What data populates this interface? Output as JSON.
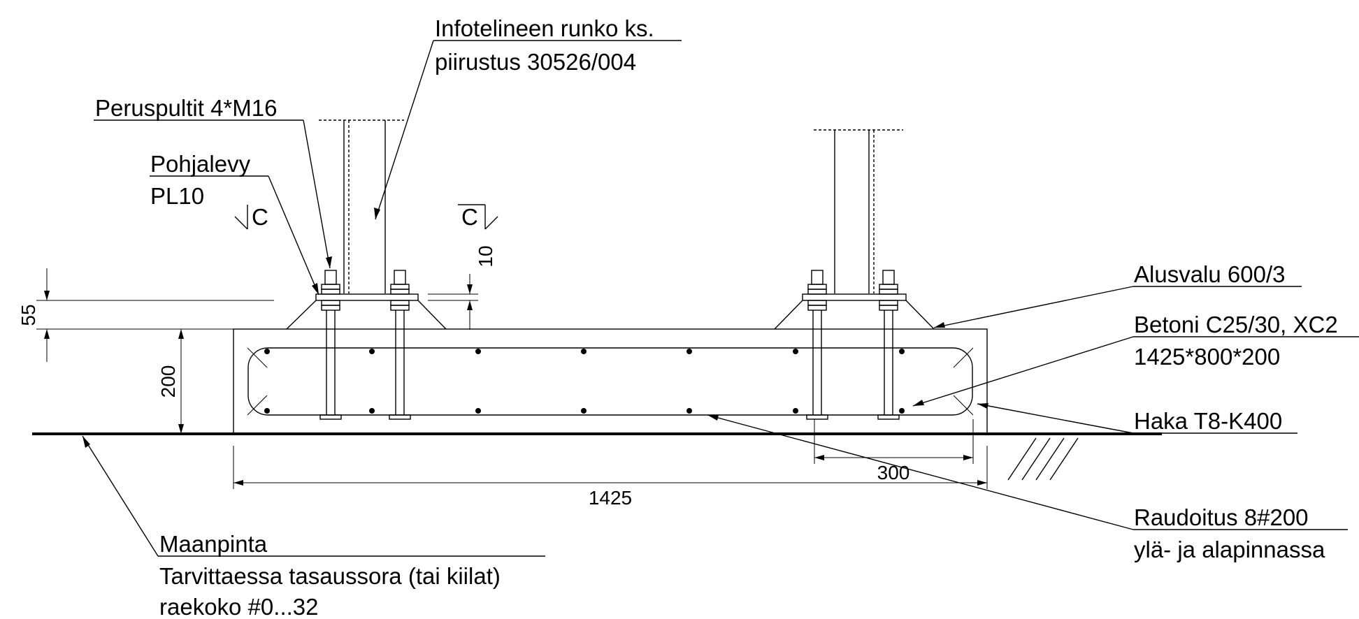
{
  "labels": {
    "infoteline_line1": "Infotelineen runko ks.",
    "infoteline_line2": "piirustus 30526/004",
    "peruspultit": "Peruspultit 4*M16",
    "pohjalevy_line1": "Pohjalevy",
    "pohjalevy_line2": "PL10",
    "section_left": "C",
    "section_right": "C",
    "alusvalu": "Alusvalu 600/3",
    "betoni_line1": "Betoni C25/30, XC2",
    "betoni_line2": "1425*800*200",
    "haka": "Haka T8-K400",
    "raudoitus_line1": "Raudoitus 8#200",
    "raudoitus_line2": "ylä- ja alapinnassa",
    "maanpinta_line1": "Maanpinta",
    "maanpinta_line2": "Tarvittaessa tasaussora (tai kiilat)",
    "maanpinta_line3": "raekoko #0...32"
  },
  "dimensions": {
    "plate_thickness": "10",
    "grout_height": "55",
    "slab_height": "200",
    "bolt_spacing": "300",
    "slab_length": "1425"
  }
}
